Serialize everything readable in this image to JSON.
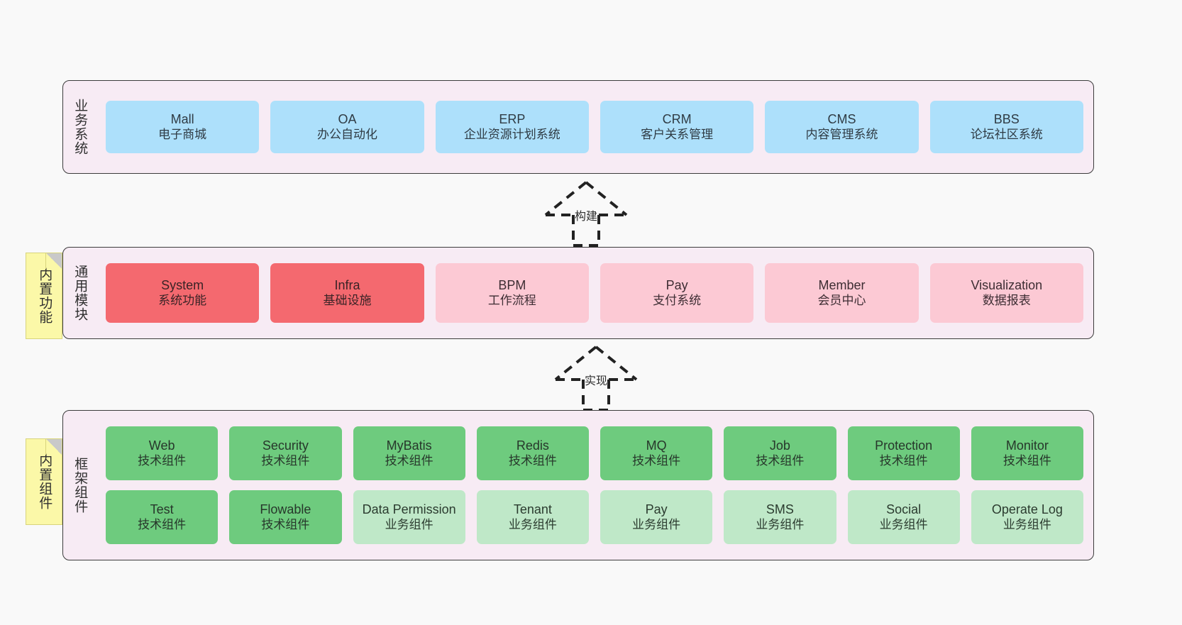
{
  "diagram": {
    "title": "",
    "colors": {
      "canvas_bg": "#f9f9f9",
      "layer_bg": "#f7ebf4",
      "layer_border": "#3c3c3c",
      "business_card": "#ade0fb",
      "module_primary": "#f4696f",
      "module_secondary": "#fcc9d4",
      "framework_tech": "#6ecb7e",
      "framework_business": "#bfe8c8",
      "note_bg": "#fbf8a8",
      "note_fold": "#c9c9c9"
    }
  },
  "layers": {
    "business": {
      "caption": "业务系统",
      "cards": [
        {
          "name": "Mall",
          "desc": "电子商城"
        },
        {
          "name": "OA",
          "desc": "办公自动化"
        },
        {
          "name": "ERP",
          "desc": "企业资源计划系统"
        },
        {
          "name": "CRM",
          "desc": "客户关系管理"
        },
        {
          "name": "CMS",
          "desc": "内容管理系统"
        },
        {
          "name": "BBS",
          "desc": "论坛社区系统"
        }
      ]
    },
    "modules": {
      "caption": "通用模块",
      "note": "内置功能",
      "cards": [
        {
          "name": "System",
          "desc": "系统功能",
          "variant": "primary"
        },
        {
          "name": "Infra",
          "desc": "基础设施",
          "variant": "primary"
        },
        {
          "name": "BPM",
          "desc": "工作流程",
          "variant": "secondary"
        },
        {
          "name": "Pay",
          "desc": "支付系统",
          "variant": "secondary"
        },
        {
          "name": "Member",
          "desc": "会员中心",
          "variant": "secondary"
        },
        {
          "name": "Visualization",
          "desc": "数据报表",
          "variant": "secondary"
        }
      ]
    },
    "framework": {
      "caption": "框架组件",
      "note": "内置组件",
      "row1": [
        {
          "name": "Web",
          "desc": "技术组件",
          "variant": "tech"
        },
        {
          "name": "Security",
          "desc": "技术组件",
          "variant": "tech"
        },
        {
          "name": "MyBatis",
          "desc": "技术组件",
          "variant": "tech"
        },
        {
          "name": "Redis",
          "desc": "技术组件",
          "variant": "tech"
        },
        {
          "name": "MQ",
          "desc": "技术组件",
          "variant": "tech"
        },
        {
          "name": "Job",
          "desc": "技术组件",
          "variant": "tech"
        },
        {
          "name": "Protection",
          "desc": "技术组件",
          "variant": "tech"
        },
        {
          "name": "Monitor",
          "desc": "技术组件",
          "variant": "tech"
        }
      ],
      "row2": [
        {
          "name": "Test",
          "desc": "技术组件",
          "variant": "tech"
        },
        {
          "name": "Flowable",
          "desc": "技术组件",
          "variant": "tech"
        },
        {
          "name": "Data Permission",
          "desc": "业务组件",
          "variant": "business"
        },
        {
          "name": "Tenant",
          "desc": "业务组件",
          "variant": "business"
        },
        {
          "name": "Pay",
          "desc": "业务组件",
          "variant": "business"
        },
        {
          "name": "SMS",
          "desc": "业务组件",
          "variant": "business"
        },
        {
          "name": "Social",
          "desc": "业务组件",
          "variant": "business"
        },
        {
          "name": "Operate Log",
          "desc": "业务组件",
          "variant": "business"
        }
      ]
    }
  },
  "connectors": [
    {
      "label": "构建",
      "from": "modules",
      "to": "business",
      "style": "dashed-generalization"
    },
    {
      "label": "实现",
      "from": "framework",
      "to": "modules",
      "style": "dashed-generalization"
    }
  ]
}
